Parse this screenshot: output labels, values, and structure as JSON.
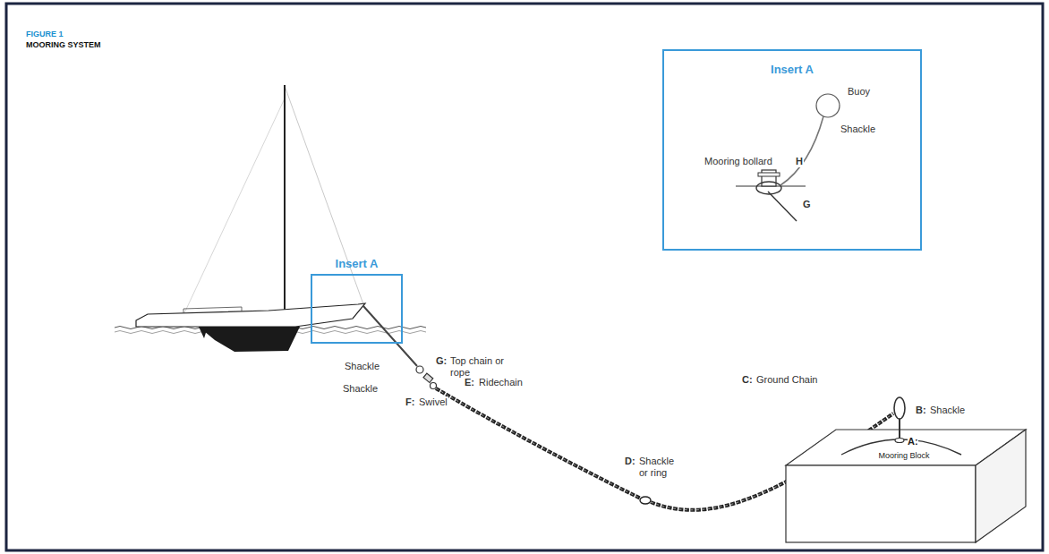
{
  "diagram": {
    "title": "MOORING SYSTEM",
    "nodes": [
      {
        "text": [
          "Insert A"
        ]
      },
      {
        "text": [
          "Insert A"
        ]
      },
      {
        "text": [
          "A:",
          "Mooring Block"
        ]
      }
    ],
    "labels": [
      "FIGURE 1",
      "G:",
      "Top chain or rope",
      "Shackle",
      "Shackle",
      "F:",
      "Swivel",
      "E:",
      "Ridechain",
      "D:",
      "Shackle or ring",
      "C:",
      "Ground Chain",
      "B:",
      "Shackle",
      "Buoy",
      "Mooring bollard",
      "H",
      "Shackle",
      "G"
    ]
  }
}
